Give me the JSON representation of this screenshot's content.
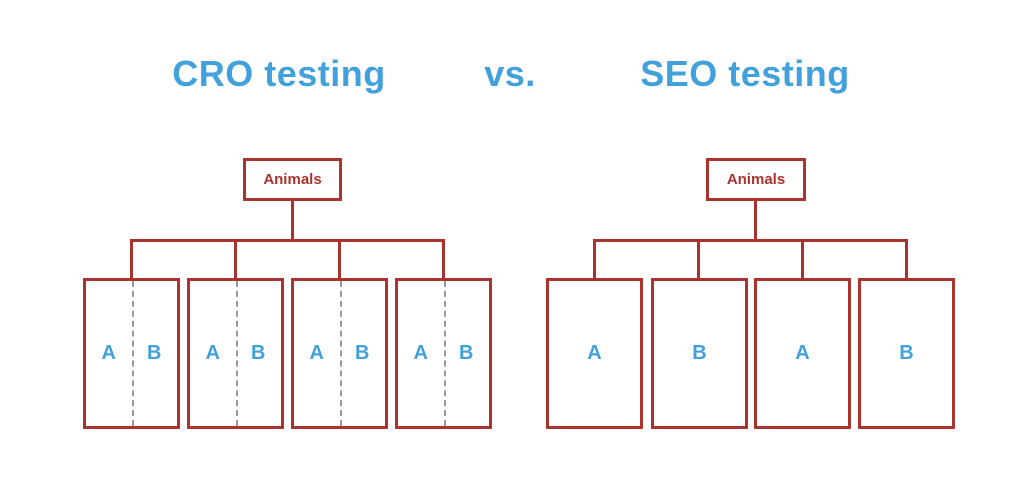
{
  "title": {
    "cro": "CRO testing",
    "vs": "vs.",
    "seo": "SEO testing"
  },
  "colors": {
    "accent_red": "#AB332E",
    "accent_blue": "#42A1DB",
    "divider_gray": "#9A9A9A",
    "background": "#FFFFFF"
  },
  "cro_tree": {
    "root": "Animals",
    "variants": [
      {
        "a": "A",
        "b": "B"
      },
      {
        "a": "A",
        "b": "B"
      },
      {
        "a": "A",
        "b": "B"
      },
      {
        "a": "A",
        "b": "B"
      }
    ]
  },
  "seo_tree": {
    "root": "Animals",
    "pages": [
      {
        "label": "A"
      },
      {
        "label": "B"
      },
      {
        "label": "A"
      },
      {
        "label": "B"
      }
    ]
  }
}
